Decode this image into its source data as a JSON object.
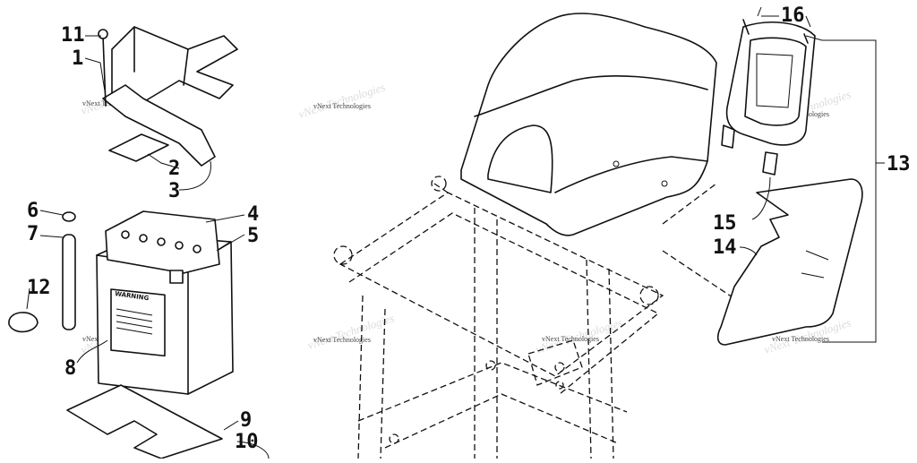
{
  "watermark": "vNext Technologies",
  "battery_label": "WARNING",
  "callouts": [
    {
      "id": "1",
      "text": "1"
    },
    {
      "id": "2",
      "text": "2"
    },
    {
      "id": "3",
      "text": "3"
    },
    {
      "id": "4",
      "text": "4"
    },
    {
      "id": "5",
      "text": "5"
    },
    {
      "id": "6",
      "text": "6"
    },
    {
      "id": "7",
      "text": "7"
    },
    {
      "id": "8",
      "text": "8"
    },
    {
      "id": "9",
      "text": "9"
    },
    {
      "id": "10",
      "text": "10"
    },
    {
      "id": "11",
      "text": "11"
    },
    {
      "id": "12",
      "text": "12"
    },
    {
      "id": "13",
      "text": "13"
    },
    {
      "id": "14",
      "text": "14"
    },
    {
      "id": "15",
      "text": "15"
    },
    {
      "id": "16",
      "text": "16"
    }
  ]
}
